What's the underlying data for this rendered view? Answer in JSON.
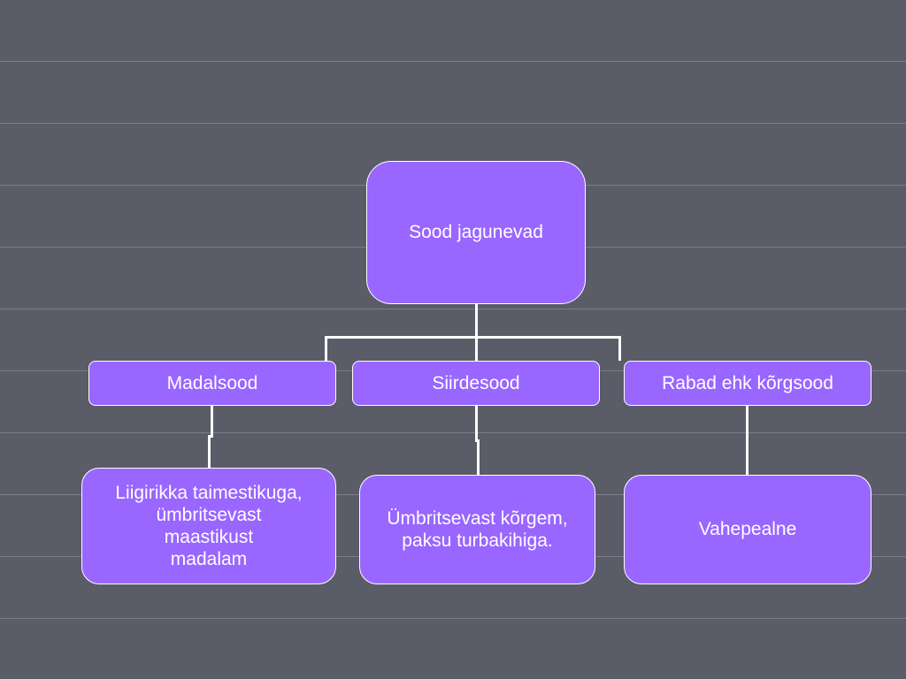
{
  "diagram": {
    "root": {
      "label": "Sood jagunevad"
    },
    "categories": [
      {
        "label": "Madalsood",
        "description": "Liigirikka taimestikuga,\n ümbritsevast\n maastikust\n madalam"
      },
      {
        "label": "Siirdesood",
        "description": "Ümbritsevast kõrgem,\n paksu turbakihiga."
      },
      {
        "label": "Rabad ehk kõrgsood",
        "description": "Vahepealne"
      }
    ]
  },
  "colors": {
    "background": "#5a5c68",
    "box_fill": "#9966ff",
    "box_border": "#ffffff",
    "text": "#ffffff",
    "connector": "#ffffff"
  }
}
